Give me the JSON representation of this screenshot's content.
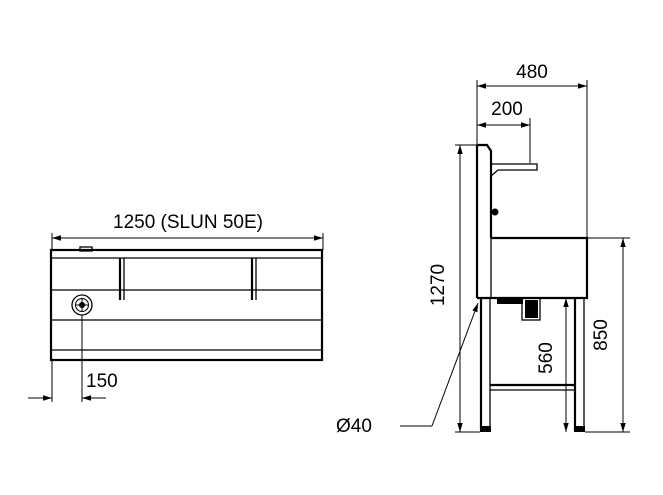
{
  "dimensions": {
    "front_width": "1250 (SLUN 50E)",
    "drain_offset": "150",
    "side_depth": "480",
    "shelf_depth": "200",
    "total_height": "1270",
    "basin_height": "850",
    "frame_height": "560",
    "pipe_diameter": "Ø40"
  },
  "colors": {
    "line": "#000000",
    "background": "#ffffff"
  }
}
